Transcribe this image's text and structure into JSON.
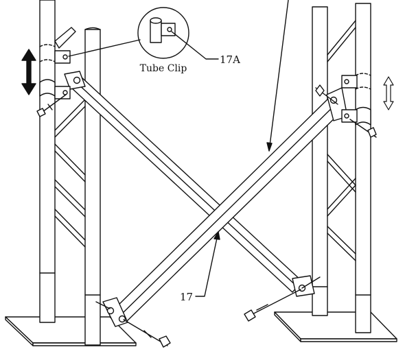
{
  "labels": {
    "callout_title": "Tube Clip",
    "part_17a": "17A",
    "part_17": "17"
  },
  "colors": {
    "ink": "#111111",
    "paper": "#ffffff",
    "hatch": "#555555"
  },
  "icons": {
    "arrow_left": "double-headed-vertical-arrow-solid",
    "arrow_right": "double-headed-vertical-arrow-outline"
  }
}
